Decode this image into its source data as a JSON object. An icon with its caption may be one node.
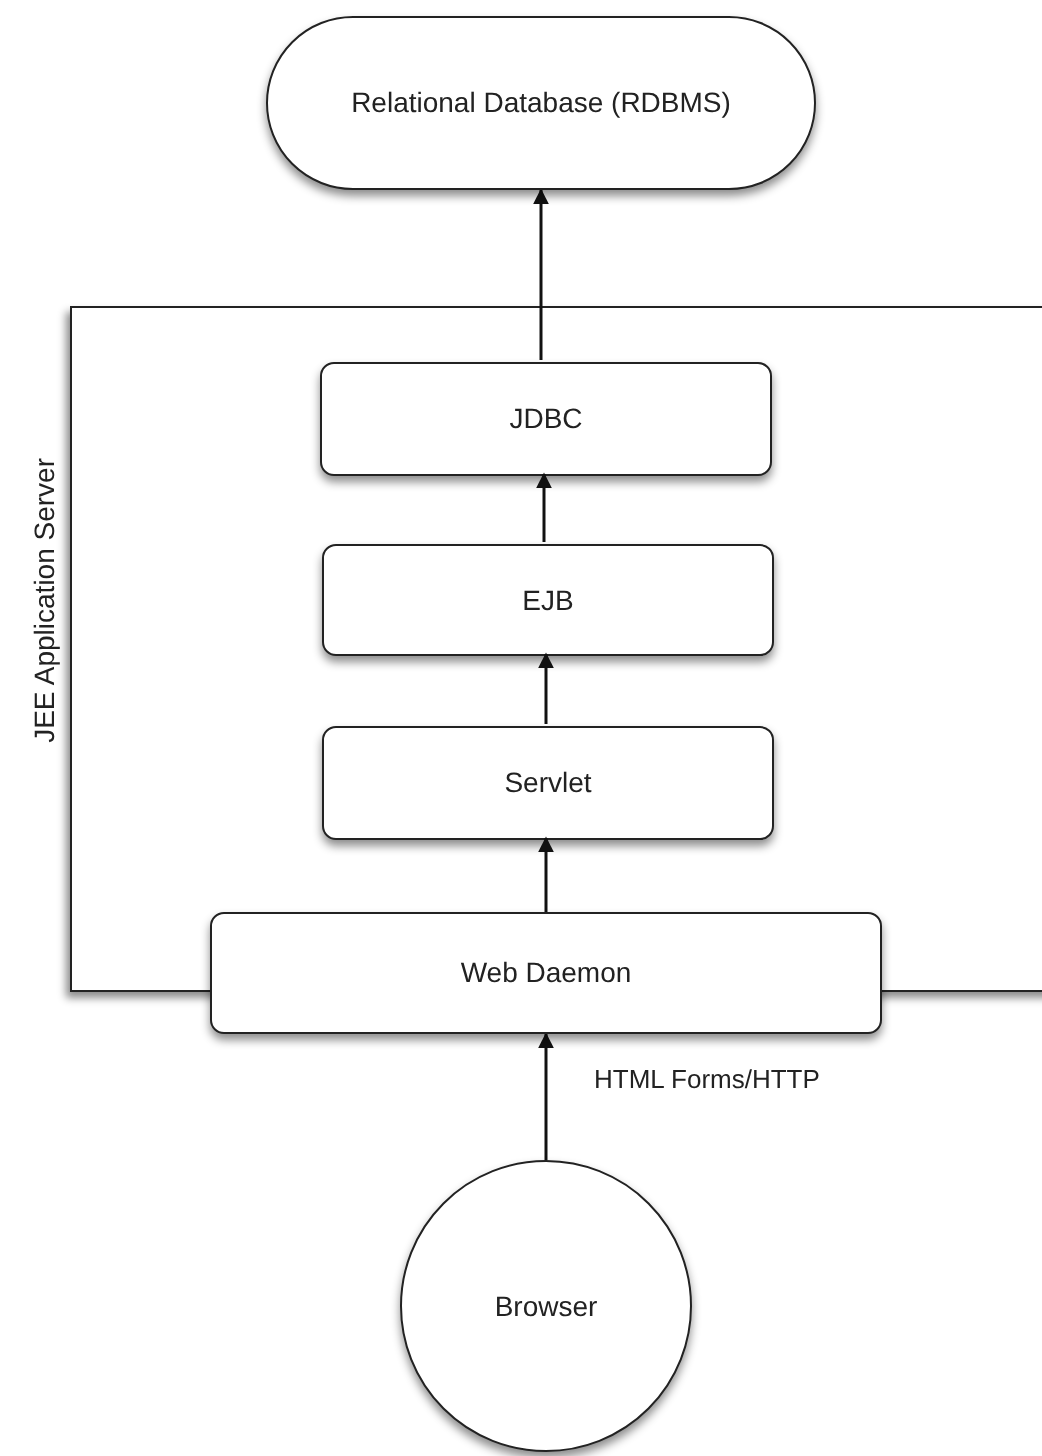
{
  "diagram": {
    "nodes": [
      {
        "text": [
          "Relational Database (RDBMS)"
        ]
      },
      {
        "text": [
          "JEE Application Server"
        ]
      },
      {
        "text": [
          "JDBC"
        ],
        "in": 1
      },
      {
        "text": [
          "EJB"
        ],
        "in": 1
      },
      {
        "text": [
          "Servlet"
        ],
        "in": 1
      },
      {
        "text": [
          "Web Daemon"
        ]
      },
      {
        "text": [
          "Browser"
        ]
      }
    ],
    "edges": [
      {
        "from": 6,
        "to": 5,
        "arrow": "to",
        "label": "HTML Forms/HTTP"
      },
      {
        "from": 5,
        "to": 4,
        "arrow": "to"
      },
      {
        "from": 4,
        "to": 3,
        "arrow": "to"
      },
      {
        "from": 3,
        "to": 2,
        "arrow": "to"
      },
      {
        "from": 2,
        "to": 0,
        "arrow": "to"
      }
    ]
  }
}
